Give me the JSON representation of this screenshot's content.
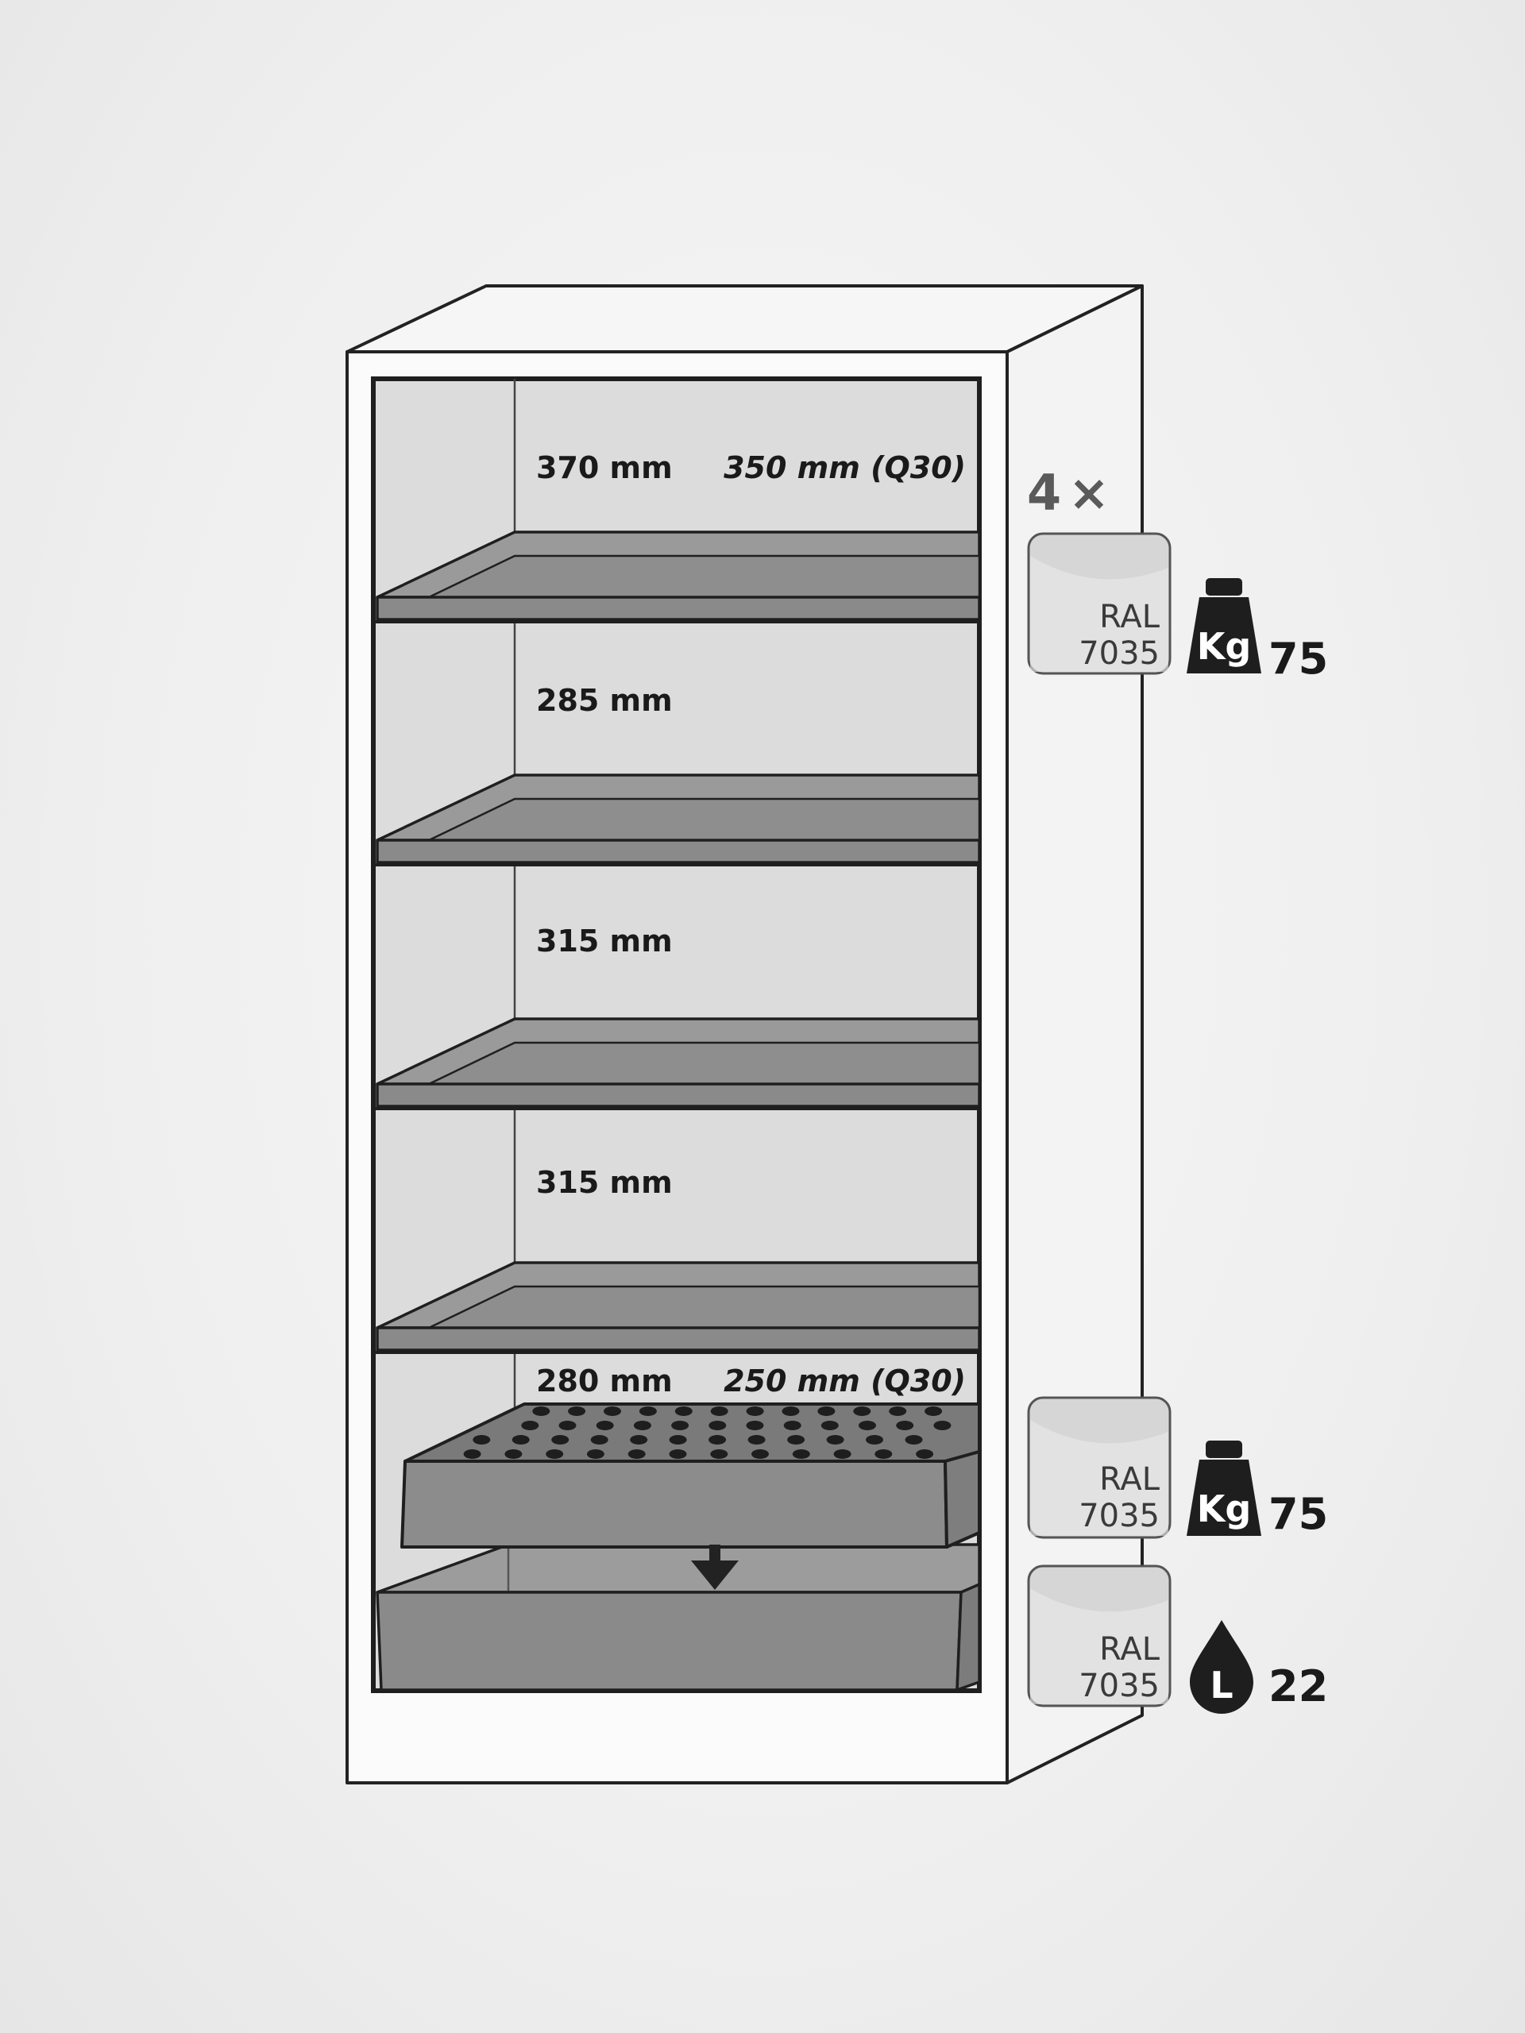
{
  "shelves": [
    {
      "height": "370 mm",
      "alt": "350 mm (Q30)"
    },
    {
      "height": "285 mm"
    },
    {
      "height": "315 mm"
    },
    {
      "height": "315 mm"
    },
    {
      "height": "280 mm",
      "alt": "250 mm (Q30)"
    }
  ],
  "shelf_group": {
    "count": "4",
    "count_symbol": "×",
    "color_code_top": "RAL",
    "color_code_bottom": "7035",
    "weight_unit": "Kg",
    "weight_value": "75"
  },
  "insert": {
    "color_code_top": "RAL",
    "color_code_bottom": "7035",
    "weight_unit": "Kg",
    "weight_value": "75"
  },
  "sump": {
    "color_code_top": "RAL",
    "color_code_bottom": "7035",
    "volume_unit": "L",
    "volume_value": "22"
  },
  "colors": {
    "outline": "#222222",
    "panel": "#d9d9d9",
    "shelf": "#8a8a8a",
    "icon": "#1e1e1e"
  },
  "icons": [
    "weight-icon",
    "drop-icon",
    "arrow-down-icon"
  ]
}
